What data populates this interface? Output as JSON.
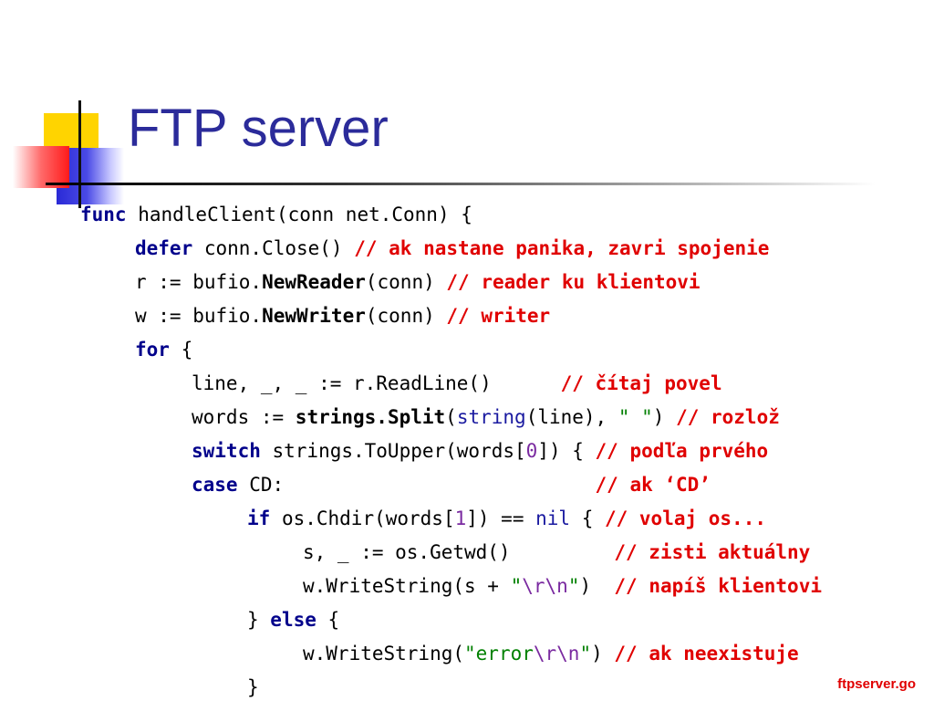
{
  "title": "FTP server",
  "filename": "ftpserver.go",
  "code": [
    {
      "segments": [
        {
          "text": "func",
          "style": "kw"
        },
        {
          "text": " handleClient(conn net.Conn) {",
          "style": "pl"
        }
      ]
    },
    {
      "segments": [
        {
          "text": "defer",
          "style": "kw"
        },
        {
          "text": " conn.Close() ",
          "style": "pl"
        },
        {
          "text": "// ak nastane panika, zavri spojenie",
          "style": "cm"
        }
      ]
    },
    {
      "segments": [
        {
          "text": "r := bufio.",
          "style": "pl"
        },
        {
          "text": "NewReader",
          "style": "bd"
        },
        {
          "text": "(conn) ",
          "style": "pl"
        },
        {
          "text": "// reader ku klientovi",
          "style": "cm"
        }
      ]
    },
    {
      "segments": [
        {
          "text": "w := bufio.",
          "style": "pl"
        },
        {
          "text": "NewWriter",
          "style": "bd"
        },
        {
          "text": "(conn) ",
          "style": "pl"
        },
        {
          "text": "// writer",
          "style": "cm"
        }
      ]
    },
    {
      "segments": [
        {
          "text": "for",
          "style": "kw"
        },
        {
          "text": " {",
          "style": "pl"
        }
      ]
    },
    {
      "segments": [
        {
          "text": "line, _, _ := r.ReadLine()      ",
          "style": "pl"
        },
        {
          "text": "// čítaj povel",
          "style": "cm"
        }
      ]
    },
    {
      "segments": [
        {
          "text": "words := ",
          "style": "pl"
        },
        {
          "text": "strings.Split",
          "style": "bd"
        },
        {
          "text": "(",
          "style": "pl"
        },
        {
          "text": "string",
          "style": "ty"
        },
        {
          "text": "(line), ",
          "style": "pl"
        },
        {
          "text": "\" \"",
          "style": "st"
        },
        {
          "text": ") ",
          "style": "pl"
        },
        {
          "text": "// rozlož",
          "style": "cm"
        }
      ]
    },
    {
      "segments": [
        {
          "text": "switch",
          "style": "kw"
        },
        {
          "text": " strings.ToUpper(words[",
          "style": "pl"
        },
        {
          "text": "0",
          "style": "nm"
        },
        {
          "text": "]) { ",
          "style": "pl"
        },
        {
          "text": "// podľa prvého",
          "style": "cm"
        }
      ]
    },
    {
      "segments": [
        {
          "text": "case",
          "style": "kw"
        },
        {
          "text": " CD:                           ",
          "style": "pl"
        },
        {
          "text": "// ak ‘CD’",
          "style": "cm"
        }
      ]
    },
    {
      "segments": [
        {
          "text": "if",
          "style": "kw"
        },
        {
          "text": " os.Chdir(words[",
          "style": "pl"
        },
        {
          "text": "1",
          "style": "nm"
        },
        {
          "text": "]) == ",
          "style": "pl"
        },
        {
          "text": "nil",
          "style": "ty"
        },
        {
          "text": " { ",
          "style": "pl"
        },
        {
          "text": "// volaj os...",
          "style": "cm"
        }
      ]
    },
    {
      "segments": [
        {
          "text": "s, _ := os.Getwd()         ",
          "style": "pl"
        },
        {
          "text": "// zisti aktuálny",
          "style": "cm"
        }
      ]
    },
    {
      "segments": [
        {
          "text": "w.WriteString(s + ",
          "style": "pl"
        },
        {
          "text": "\"",
          "style": "st"
        },
        {
          "text": "\\r\\n",
          "style": "es"
        },
        {
          "text": "\"",
          "style": "st"
        },
        {
          "text": ")  ",
          "style": "pl"
        },
        {
          "text": "// napíš klientovi",
          "style": "cm"
        }
      ]
    },
    {
      "segments": [
        {
          "text": "} ",
          "style": "pl"
        },
        {
          "text": "else",
          "style": "kw"
        },
        {
          "text": " {",
          "style": "pl"
        }
      ]
    },
    {
      "segments": [
        {
          "text": "w.WriteString(",
          "style": "pl"
        },
        {
          "text": "\"error",
          "style": "st"
        },
        {
          "text": "\\r\\n",
          "style": "es"
        },
        {
          "text": "\"",
          "style": "st"
        },
        {
          "text": ") ",
          "style": "pl"
        },
        {
          "text": "// ak neexistuje",
          "style": "cm"
        }
      ]
    },
    {
      "segments": [
        {
          "text": "}",
          "style": "pl"
        }
      ]
    }
  ]
}
